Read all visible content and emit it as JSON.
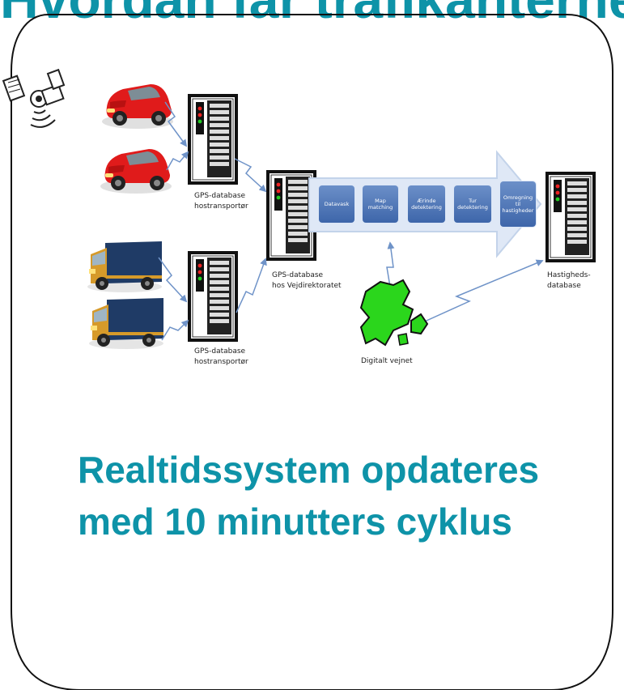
{
  "header": {
    "title": "Hvordan får trafikanterne"
  },
  "diagram": {
    "nodes": {
      "gps_db_top": "GPS-database\nhostransportør",
      "gps_db_bottom": "GPS-database\nhostransportør",
      "gps_db_central": "GPS-database\nhos Vejdirektoratet",
      "speed_db": "Hastigheds-\ndatabase",
      "road_network": "Digitalt vejnet"
    },
    "process_steps": [
      "Datavask",
      "Map\nmatching",
      "Ærinde\ndetektering",
      "Tur\ndetektering",
      "Omregning\ntil\nhastigheder"
    ],
    "icons": {
      "satellite": "satellite-icon",
      "car": "red-car-icon",
      "truck": "blue-truck-icon",
      "server": "server-rack-icon",
      "map": "denmark-map-icon"
    },
    "colors": {
      "accent": "#0e93a8",
      "car": "#e01b1b",
      "truck": "#1f3b66",
      "arrow": "#c8d8ee",
      "step": "#4a72b4",
      "map": "#2bd61c"
    }
  },
  "caption": {
    "line1": "Realtidssystem opdateres",
    "line2": "med 10 minutters cyklus"
  }
}
